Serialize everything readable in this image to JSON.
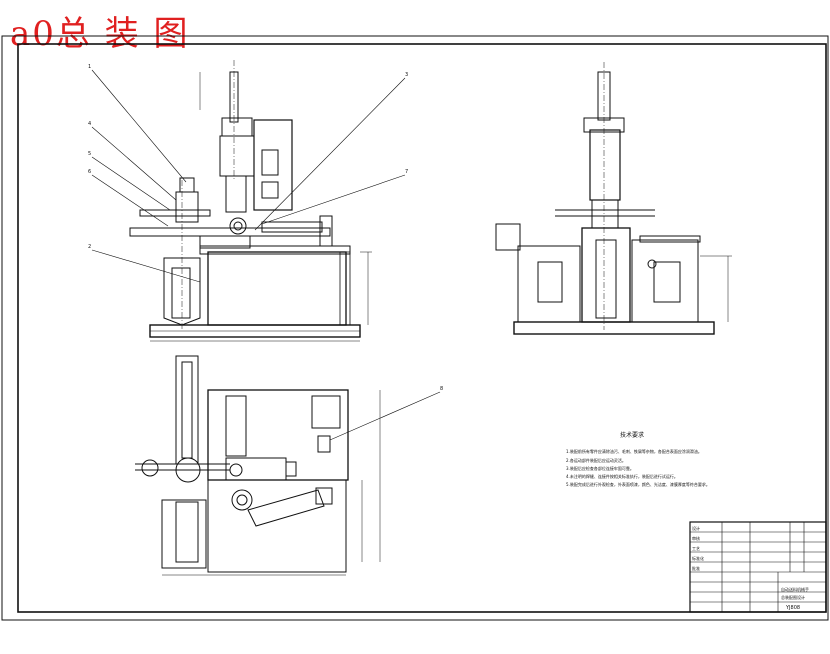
{
  "title": "a0总 装 图",
  "callouts": [
    "1",
    "4",
    "5",
    "6",
    "2",
    "3",
    "7",
    "8"
  ],
  "tech_req": {
    "heading": "技术要求",
    "lines": [
      "1.装配前所有零件应清除油污、毛刺、铁屑等杂物，各配合表面应涂润滑油。",
      "2.各运动部件装配后应运动灵活。",
      "3.装配后应检查各部位连接牢固可靠。",
      "4.未注明的焊缝、连接件按相关标准执行，装配后进行试运行。",
      "5.装配完成后进行外观检查，外表面喷漆，颜色、光洁度、漆膜厚度等符合要求。"
    ]
  },
  "title_block": {
    "drawing_name_1": "自动送料机械手",
    "drawing_name_2": "总装配图设计",
    "code": "YJ808",
    "rows": [
      "设计",
      "审核",
      "工艺",
      "标准化",
      "批准"
    ]
  },
  "colors": {
    "line": "#101010",
    "title": "#e02020",
    "hatch": "#404040"
  }
}
